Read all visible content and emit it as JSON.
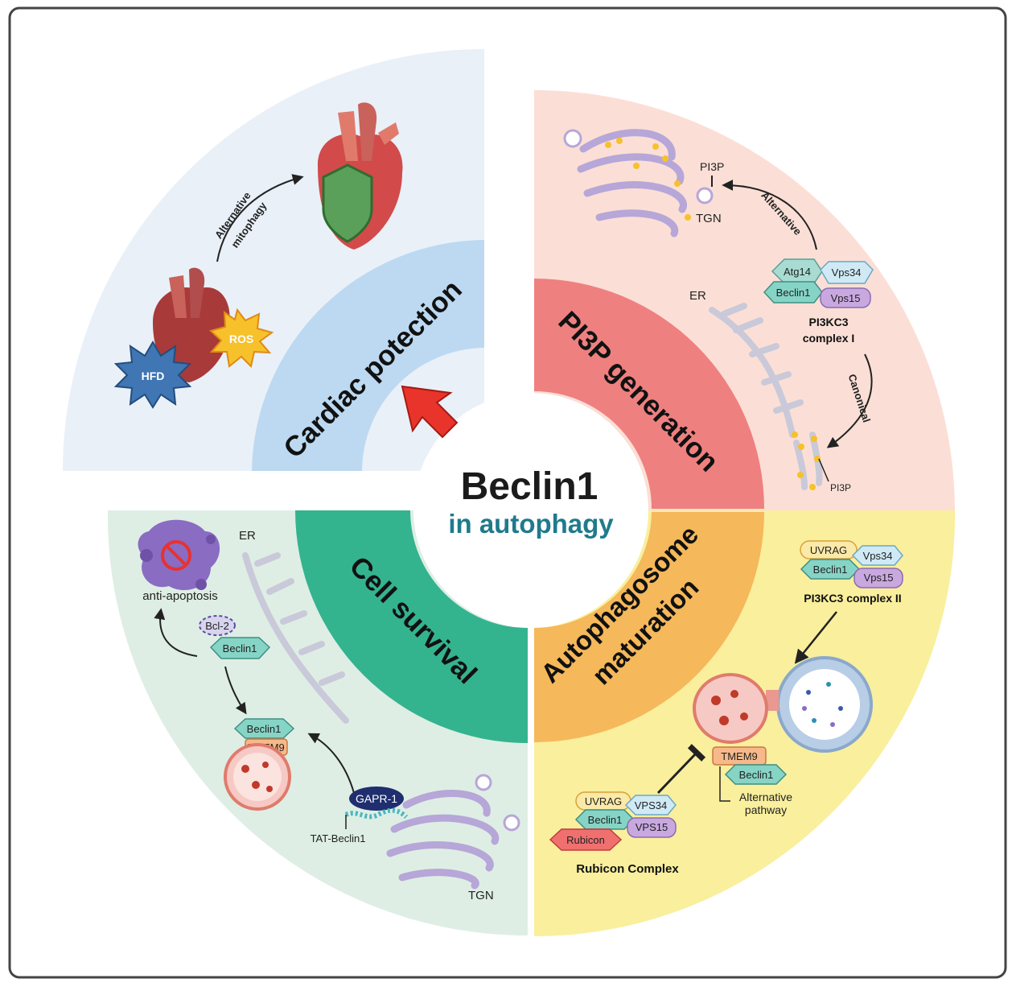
{
  "center": {
    "title": "Beclin1",
    "subtitle": "in autophagy"
  },
  "quadrants": {
    "cardiac": {
      "label": "Cardiac potection"
    },
    "pi3p": {
      "label": "PI3P generation"
    },
    "survival": {
      "label": "Cell survival"
    },
    "maturation": {
      "label_line1": "Autophagosome",
      "label_line2": "maturation"
    }
  },
  "cardiac_panel": {
    "arrow_line1": "Alternative",
    "arrow_line2": "mitophagy",
    "hfd": "HFD",
    "ros": "ROS"
  },
  "pi3p_panel": {
    "pi3p_top": "PI3P",
    "tgn": "TGN",
    "alternative": "Alternative",
    "atg14": "Atg14",
    "vps34": "Vps34",
    "beclin1": "Beclin1",
    "vps15": "Vps15",
    "complex_line1": "PI3KC3",
    "complex_line2": "complex I",
    "er": "ER",
    "canonical": "Canonical",
    "pi3p_bottom": "PI3P"
  },
  "survival_panel": {
    "anti_apoptosis": "anti-apoptosis",
    "er": "ER",
    "bcl2": "Bcl-2",
    "beclin1_top": "Beclin1",
    "beclin1_mid": "Beclin1",
    "tmem9": "TMEM9",
    "gapr1": "GAPR-1",
    "tat_beclin1": "TAT-Beclin1",
    "tgn": "TGN"
  },
  "maturation_panel": {
    "uvrag": "UVRAG",
    "vps34": "Vps34",
    "beclin1": "Beclin1",
    "vps15": "Vps15",
    "complex2": "PI3KC3 complex II",
    "tmem9": "TMEM9",
    "beclin1_alt": "Beclin1",
    "alt_line1": "Alternative",
    "alt_line2": "pathway",
    "rub_uvrag": "UVRAG",
    "rub_vps34": "VPS34",
    "rub_beclin1": "Beclin1",
    "rub_vps15": "VPS15",
    "rubicon": "Rubicon",
    "rubicon_complex": "Rubicon Complex"
  },
  "colors": {
    "cardiac_bg": "#e9f0f8",
    "cardiac_ring": "#bcd9f1",
    "pi3p_bg": "#fbdfd6",
    "pi3p_ring": "#ef8080",
    "survival_bg": "#deeee4",
    "survival_ring": "#34b38f",
    "maturation_bg": "#f9ef9d",
    "maturation_ring": "#f5b85a",
    "beclin": "#86d4c6",
    "vps": "#c9a8e0",
    "atg": "#a8dcd3",
    "center_title": "#1b1b1b",
    "center_subtitle": "#1f7a8c"
  }
}
